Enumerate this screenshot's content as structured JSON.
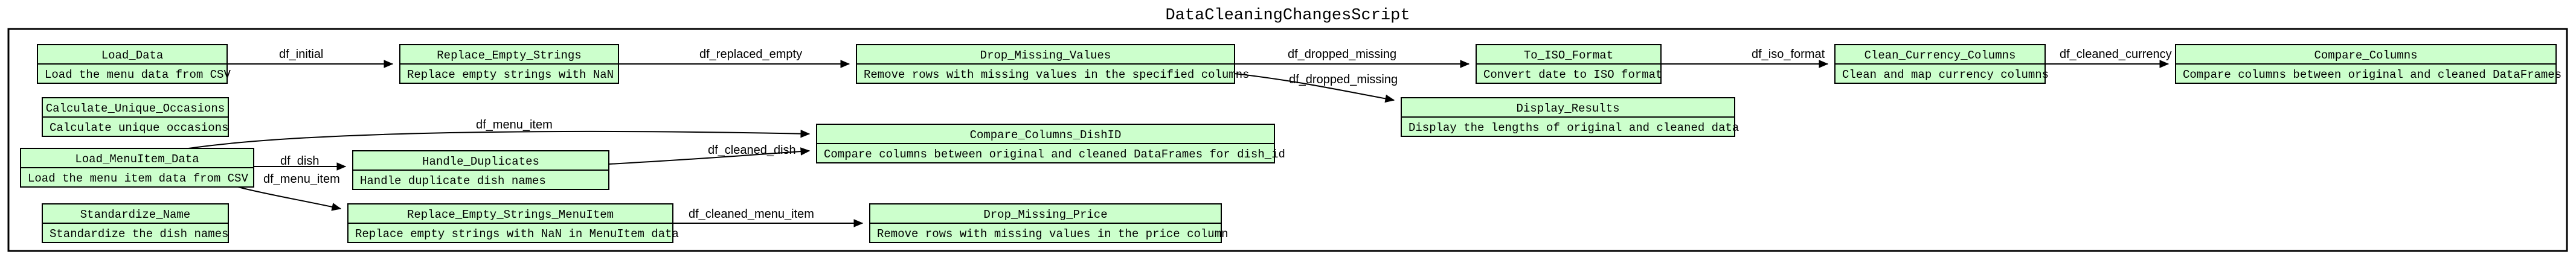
{
  "title": "DataCleaningChangesScript",
  "nodes": [
    {
      "id": "load_data",
      "name": "Load_Data",
      "desc": "Load the menu data from CSV"
    },
    {
      "id": "replace_empty_strings",
      "name": "Replace_Empty_Strings",
      "desc": "Replace empty strings with NaN"
    },
    {
      "id": "drop_missing_values",
      "name": "Drop_Missing_Values",
      "desc": "Remove rows with missing values in the specified columns"
    },
    {
      "id": "to_iso_format",
      "name": "To_ISO_Format",
      "desc": "Convert date to ISO format"
    },
    {
      "id": "clean_currency_columns",
      "name": "Clean_Currency_Columns",
      "desc": "Clean and map currency columns"
    },
    {
      "id": "compare_columns",
      "name": "Compare_Columns",
      "desc": "Compare columns between original and cleaned DataFrames"
    },
    {
      "id": "display_results",
      "name": "Display_Results",
      "desc": "Display the lengths of original and cleaned data"
    },
    {
      "id": "calculate_unique_occasions",
      "name": "Calculate_Unique_Occasions",
      "desc": "Calculate unique occasions"
    },
    {
      "id": "compare_columns_dishid",
      "name": "Compare_Columns_DishID",
      "desc": "Compare columns between original and cleaned DataFrames for dish_id"
    },
    {
      "id": "load_menuitem_data",
      "name": "Load_MenuItem_Data",
      "desc": "Load the menu item data from CSV"
    },
    {
      "id": "handle_duplicates",
      "name": "Handle_Duplicates",
      "desc": "Handle duplicate dish names"
    },
    {
      "id": "replace_empty_strings_menuitem",
      "name": "Replace_Empty_Strings_MenuItem",
      "desc": "Replace empty strings with NaN in MenuItem data"
    },
    {
      "id": "drop_missing_price",
      "name": "Drop_Missing_Price",
      "desc": "Remove rows with missing values in the price column"
    },
    {
      "id": "standardize_name",
      "name": "Standardize_Name",
      "desc": "Standardize the dish names"
    }
  ],
  "edges": [
    {
      "from": "load_data",
      "to": "replace_empty_strings",
      "label": "df_initial"
    },
    {
      "from": "replace_empty_strings",
      "to": "drop_missing_values",
      "label": "df_replaced_empty"
    },
    {
      "from": "drop_missing_values",
      "to": "to_iso_format",
      "label": "df_dropped_missing"
    },
    {
      "from": "drop_missing_values",
      "to": "display_results",
      "label": "df_dropped_missing"
    },
    {
      "from": "to_iso_format",
      "to": "clean_currency_columns",
      "label": "df_iso_format"
    },
    {
      "from": "clean_currency_columns",
      "to": "compare_columns",
      "label": "df_cleaned_currency"
    },
    {
      "from": "load_menuitem_data",
      "to": "compare_columns_dishid",
      "label": "df_menu_item"
    },
    {
      "from": "load_menuitem_data",
      "to": "handle_duplicates",
      "label": "df_dish"
    },
    {
      "from": "load_menuitem_data",
      "to": "replace_empty_strings_menuitem",
      "label": "df_menu_item"
    },
    {
      "from": "handle_duplicates",
      "to": "compare_columns_dishid",
      "label": "df_cleaned_dish"
    },
    {
      "from": "replace_empty_strings_menuitem",
      "to": "drop_missing_price",
      "label": "df_cleaned_menu_item"
    }
  ]
}
